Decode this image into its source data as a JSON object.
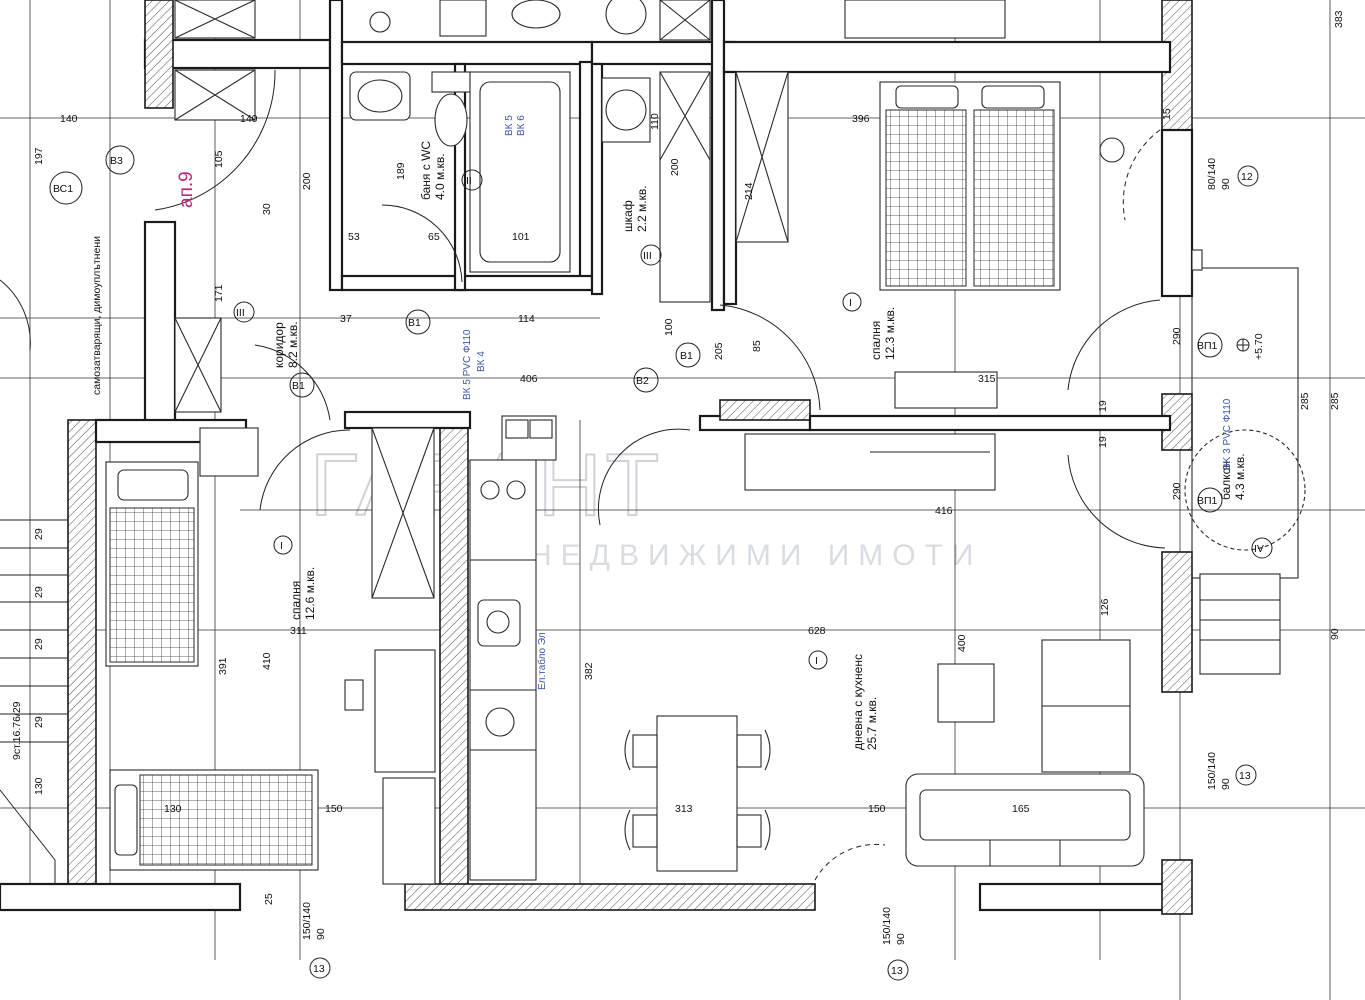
{
  "plan": {
    "apartment_label": "ап.9",
    "rooms": [
      {
        "id": "bedroom_left",
        "name": "спалня",
        "area": "12.6 м.кв.",
        "marker": "I"
      },
      {
        "id": "corridor",
        "name": "коридор",
        "area": "8.2 м.кв.",
        "marker": "III"
      },
      {
        "id": "bathroom",
        "name": "баня с WC",
        "area": "4.0 м.кв.",
        "marker": "II"
      },
      {
        "id": "wardrobe",
        "name": "шкаф",
        "area": "2.2 м.кв.",
        "marker": "III"
      },
      {
        "id": "bedroom_right",
        "name": "спалня",
        "area": "12.3 м.кв.",
        "marker": "I"
      },
      {
        "id": "balcony",
        "name": "балкон",
        "area": "4.3 м.кв.",
        "marker": "IV"
      },
      {
        "id": "living",
        "name": "дневна с кухненс",
        "area": "25.7 м.кв.",
        "marker": "I"
      },
      {
        "id": "hall_side",
        "name": "самозатварящи, димоуплътнени",
        "area": "",
        "marker": ""
      }
    ],
    "level_mark": "+5.70",
    "stair_note": "9ст.16.76/29",
    "door_tags": [
      "В1",
      "В1",
      "В2",
      "В3",
      "ВС1",
      "ВП1",
      "ВП1"
    ],
    "window_tags": [
      "150/140",
      "150/140",
      "150/140",
      "80/140"
    ],
    "window_numbers": [
      "13",
      "13",
      "13",
      "12"
    ],
    "sill_heights": [
      "90",
      "90",
      "90",
      "90"
    ],
    "dimensions": {
      "d140": "140",
      "d197": "197",
      "d105": "105",
      "d30": "30",
      "d200": "200",
      "d189": "189",
      "d101": "101",
      "d65": "65",
      "d53": "53",
      "d171": "171",
      "d37": "37",
      "d114": "114",
      "d406": "406",
      "d396": "396",
      "d214": "214",
      "d110": "110",
      "d100": "100",
      "d205": "205",
      "d85": "85",
      "d315": "315",
      "d416": "416",
      "d311": "311",
      "d628": "628",
      "d391": "391",
      "d410": "410",
      "d382": "382",
      "d400": "400",
      "d313": "313",
      "d150": "150",
      "d165": "165",
      "d130": "130",
      "d126": "126",
      "d285": "285",
      "d290": "290",
      "d383": "383",
      "d25": "25",
      "d15": "15",
      "d19": "19",
      "d90": "90",
      "d29": "29"
    },
    "watermark": {
      "brand": "ГАРАНТ",
      "tagline": "НЕДВИЖИМИ ИМОТИ"
    },
    "annotations_blue": [
      "ВК 5 PVC Ф110",
      "ВК 4",
      "Ел.табло Эл",
      "BK 3 PVC Ф110",
      "ВК 5",
      "ВК 6"
    ]
  }
}
